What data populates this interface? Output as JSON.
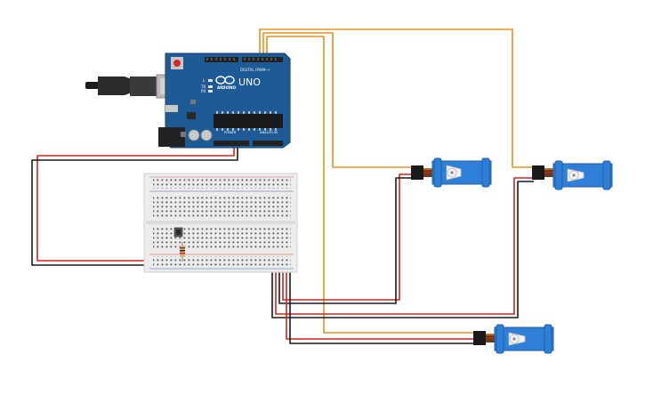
{
  "board": {
    "name_mark": "UNO",
    "brand_logo": "ARDUINO",
    "digital_label": "DIGITAL (PWM~)",
    "power_label": "POWER",
    "analog_label": "ANALOG IN",
    "led_l": "L",
    "led_tx": "TX",
    "led_rx": "RX",
    "icons": [
      "usb-connector-icon",
      "reset-button-icon",
      "power-jack-icon",
      "microcontroller-chip-icon",
      "infinity-logo-icon"
    ]
  },
  "components": {
    "servos": [
      "servo-top-middle",
      "servo-top-right",
      "servo-bottom"
    ],
    "pushbutton": "pushbutton",
    "resistor": "resistor"
  },
  "colors": {
    "board_blue": "#1e5b96",
    "board_dark": "#174a7d",
    "servo_blue": "#2e7fd8",
    "wire_orange": "#e8901c",
    "wire_red": "#d6201e",
    "wire_black": "#1a1a1a",
    "wire_brown": "#6b3b1c",
    "breadboard": "#ececec"
  }
}
